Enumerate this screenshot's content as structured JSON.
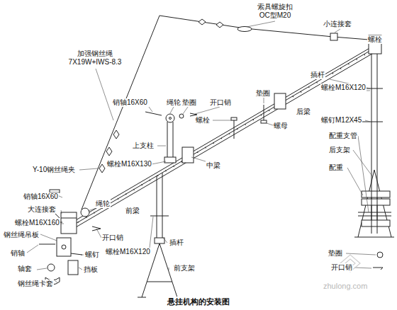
{
  "diagram": {
    "caption": "悬挂机构的安装图",
    "labels": [
      "索具螺旋扣 OC型M20",
      "小连接套",
      "螺栓",
      "加强钢丝绳 7X19W+IWS-8.3",
      "销轴16X60",
      "绳轮",
      "垫圈",
      "开口销",
      "插杆",
      "螺栓M16X120",
      "后梁",
      "螺栓",
      "垫圈",
      "螺母",
      "螺钉M12X45",
      "配重支管",
      "后支架",
      "配重",
      "垫圈",
      "开口销",
      "上支柱",
      "Y-10钢丝绳夹",
      "螺栓M16X130",
      "中梁",
      "销轴16X60",
      "大连接套",
      "绳轮",
      "前梁",
      "螺栓M16X160",
      "钢丝绳吊板",
      "开口销",
      "插杆",
      "销轴",
      "螺钉",
      "轴套",
      "挡板",
      "钢丝绳卡套",
      "螺栓M16X120",
      "前支架",
      "zhulong.com"
    ]
  }
}
